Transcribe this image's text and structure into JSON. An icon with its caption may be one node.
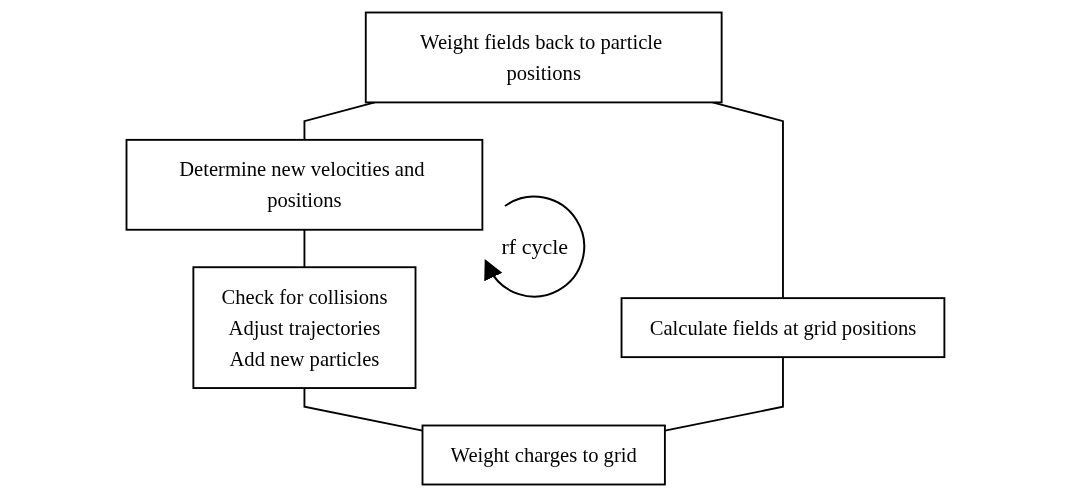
{
  "diagram": {
    "nodes": [
      {
        "text": [
          "Determine new velocities and positions"
        ]
      },
      {
        "text": [
          "Check for collisions",
          "Adjust trajectories",
          "Add new particles"
        ]
      },
      {
        "text": [
          "Weight charges to grid"
        ]
      },
      {
        "text": [
          "Calculate fields at grid positions"
        ]
      },
      {
        "text": [
          "Weight fields back to particle positions"
        ]
      }
    ],
    "edges": [
      {
        "from": 0,
        "to": 1,
        "arrow": "none"
      },
      {
        "from": 1,
        "to": 2,
        "arrow": "none"
      },
      {
        "from": 2,
        "to": 3,
        "arrow": "none"
      },
      {
        "from": 3,
        "to": 4,
        "arrow": "none"
      },
      {
        "from": 4,
        "to": 0,
        "arrow": "none"
      }
    ],
    "labels": [
      "rf cycle"
    ]
  }
}
